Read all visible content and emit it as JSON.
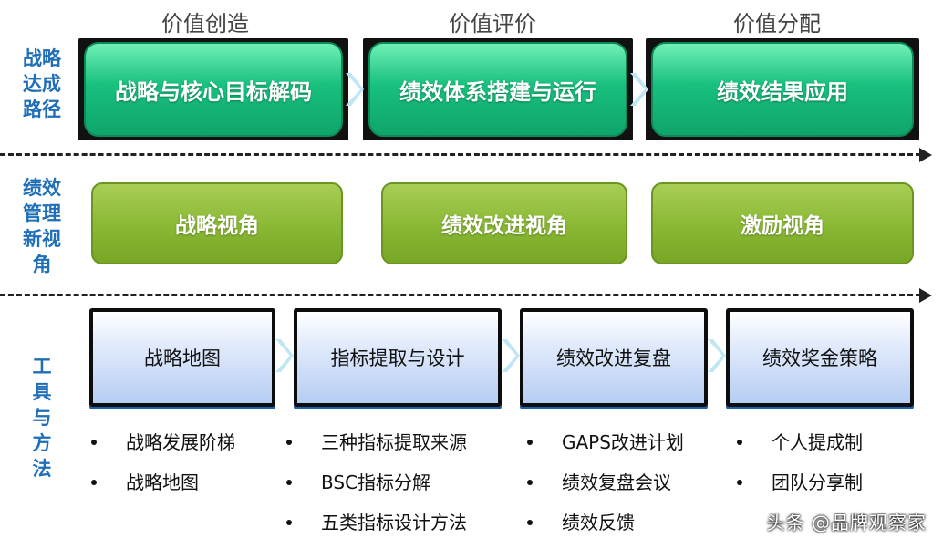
{
  "column_headers": [
    "价值创造",
    "价值评价",
    "价值分配"
  ],
  "row_labels": {
    "path": "战略达成路径",
    "path_lines": [
      "战略",
      "达成",
      "路径"
    ],
    "perspective_lines": [
      "绩效",
      "管理",
      "新视",
      "角"
    ],
    "tools_lines": [
      "工",
      "具",
      "与",
      "方",
      "法"
    ]
  },
  "path_boxes": [
    "战略与核心目标解码",
    "绩效体系搭建与运行",
    "绩效结果应用"
  ],
  "perspective_boxes": [
    "战略视角",
    "绩效改进视角",
    "激励视角"
  ],
  "tool_boxes": [
    "战略地图",
    "指标提取与设计",
    "绩效改进复盘",
    "绩效奖金策略"
  ],
  "tool_lists": [
    [
      "战略发展阶梯",
      "战略地图"
    ],
    [
      "三种指标提取来源",
      "BSC指标分解",
      "五类指标设计方法"
    ],
    [
      "GAPS改进计划",
      "绩效复盘会议",
      "绩效反馈"
    ],
    [
      "个人提成制",
      "团队分享制"
    ]
  ],
  "watermark": "头条 @品牌观察家",
  "colors": {
    "row_label": "#1f6fb8",
    "green": "#18c07e",
    "olive": "#89b834",
    "blue_box": "#dfe9fb",
    "chevron": "#bfe6f5"
  }
}
